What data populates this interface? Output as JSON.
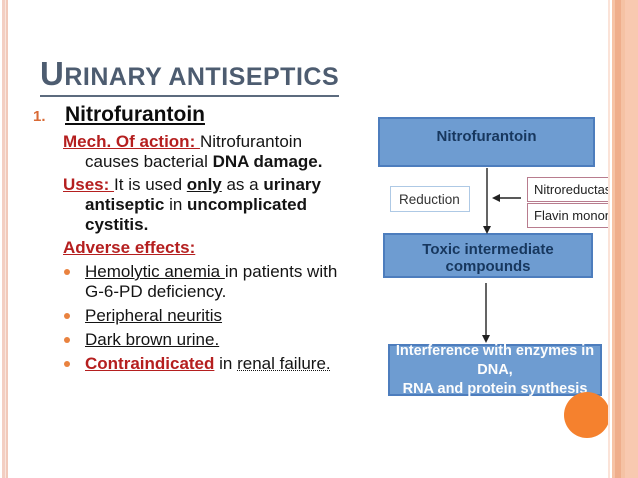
{
  "slide_title": {
    "initial": "U",
    "rest": "RINARY ANTISEPTICS"
  },
  "item": {
    "number": "1.",
    "name": "Nitrofurantoin"
  },
  "mechanism": {
    "label": "Mech. Of action: ",
    "line1_rest": "Nitrofurantoin",
    "line2_plain": "causes bacterial ",
    "line2_bold": "DNA damage."
  },
  "uses": {
    "label": "Uses: ",
    "a": "It is used ",
    "b": "only",
    "c": " as a ",
    "d": "urinary",
    "line2_a": "antiseptic",
    "line2_b": " in ",
    "line2_c": "uncomplicated",
    "line3": "cystitis."
  },
  "adverse": {
    "label": "Adverse effects:",
    "b1_underlined": "Hemolytic anemia ",
    "b1_rest": "in patients with",
    "b1_line2": "G-6-PD deficiency.",
    "b2": "Peripheral neuritis",
    "b3": "Dark brown urine.",
    "b4_red": "Contraindicated",
    "b4_mid": " in ",
    "b4_dotted": "renal failure."
  },
  "diagram": {
    "nitrofurantoin": "Nitrofurantoin",
    "reduction": "Reduction",
    "enzyme_top": "Nitroreductas",
    "enzyme_bottom": "Flavin monon",
    "toxic": "Toxic intermediate compounds",
    "interference_line1": "Interference with enzymes in DNA,",
    "interference_line2": "RNA and protein synthesis"
  },
  "colors": {
    "accent_orange": "#f5812e",
    "bullet_orange": "#e9823f",
    "dark_red": "#b51f1f",
    "title_gray_blue": "#4d5c70",
    "box_blue_fill": "#6e9cd1",
    "box_blue_border": "#4d7dbd",
    "box_navy_text": "#17375e",
    "enzyme_box_border": "#b87c8e"
  }
}
